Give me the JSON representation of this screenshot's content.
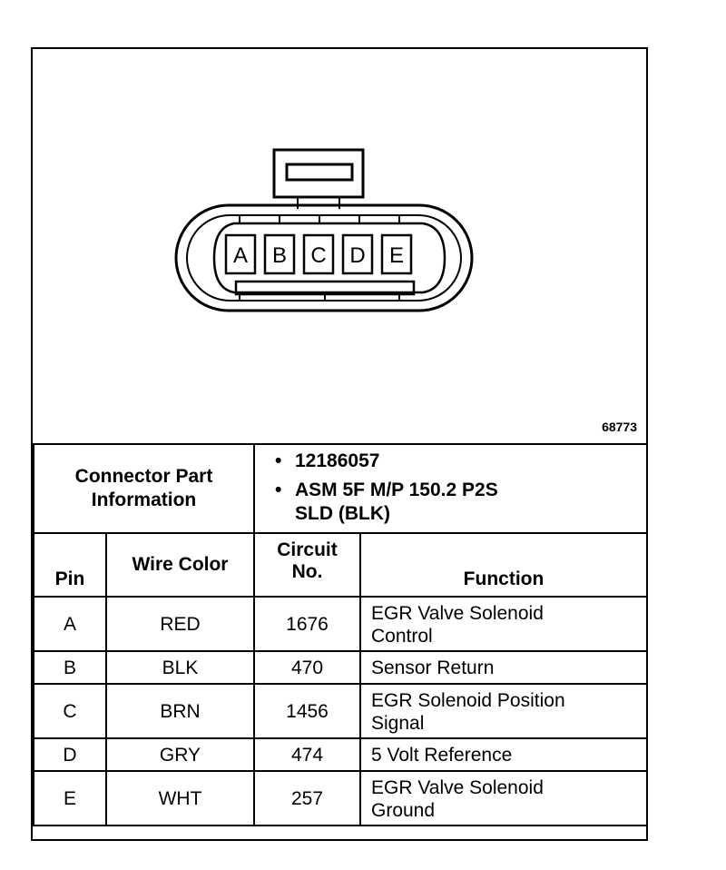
{
  "diagram": {
    "pin_labels": [
      "A",
      "B",
      "C",
      "D",
      "E"
    ],
    "figure_number": "68773"
  },
  "connector": {
    "info_label_line1": "Connector Part",
    "info_label_line2": "Information",
    "part_number": "12186057",
    "description_line1": "ASM 5F M/P 150.2 P2S",
    "description_line2": "SLD (BLK)"
  },
  "table": {
    "headers": {
      "pin": "Pin",
      "wire_color": "Wire Color",
      "circuit_line1": "Circuit",
      "circuit_line2": "No.",
      "function": "Function"
    },
    "rows": [
      {
        "pin": "A",
        "wire": "RED",
        "circuit": "1676",
        "function_line1": "EGR Valve Solenoid",
        "function_line2": "Control"
      },
      {
        "pin": "B",
        "wire": "BLK",
        "circuit": "470",
        "function_line1": "Sensor Return",
        "function_line2": ""
      },
      {
        "pin": "C",
        "wire": "BRN",
        "circuit": "1456",
        "function_line1": "EGR Solenoid Position",
        "function_line2": "Signal"
      },
      {
        "pin": "D",
        "wire": "GRY",
        "circuit": "474",
        "function_line1": "5 Volt Reference",
        "function_line2": ""
      },
      {
        "pin": "E",
        "wire": "WHT",
        "circuit": "257",
        "function_line1": "EGR Valve Solenoid",
        "function_line2": "Ground"
      }
    ]
  }
}
